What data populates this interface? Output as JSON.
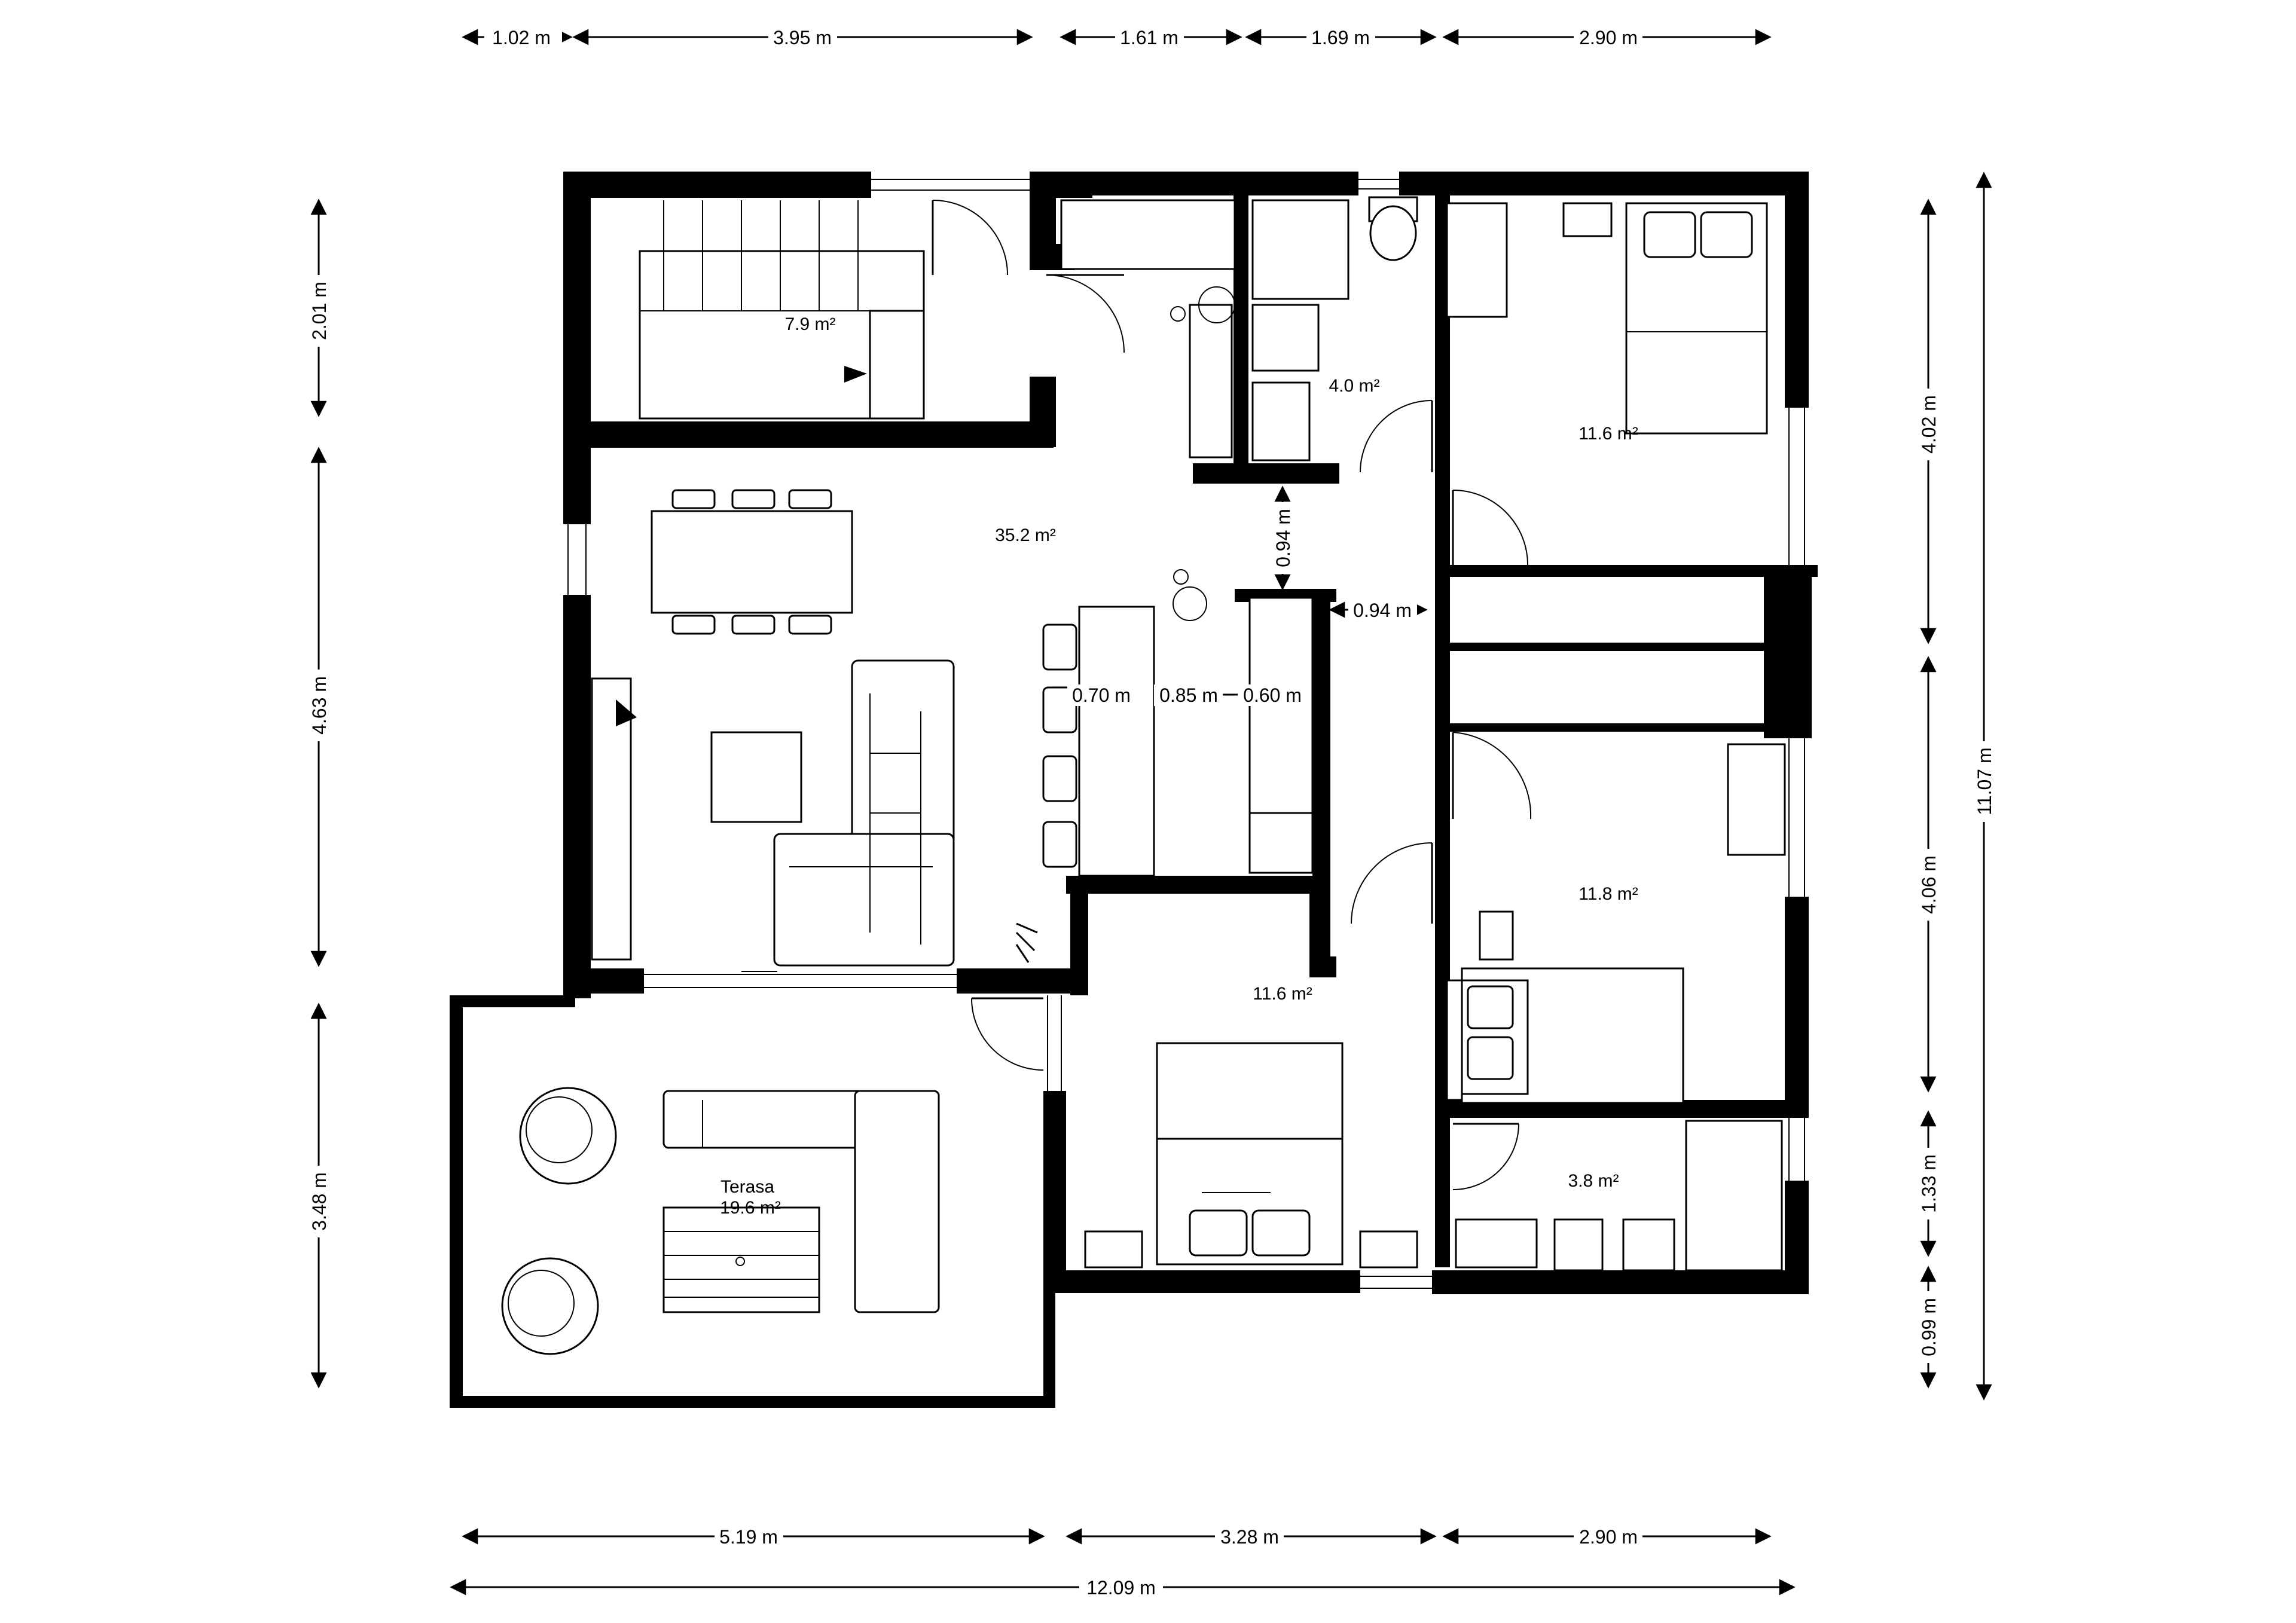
{
  "dimensions": {
    "top": [
      "1.02 m",
      "3.95 m",
      "1.61 m",
      "1.69 m",
      "2.90 m"
    ],
    "bottom": [
      "5.19 m",
      "3.28 m",
      "2.90 m"
    ],
    "total_width": "12.09 m",
    "left": [
      "2.01 m",
      "4.63 m",
      "3.48 m"
    ],
    "right": [
      "4.02 m",
      "4.06 m",
      "1.33 m",
      "0.99 m"
    ],
    "total_height": "11.07 m",
    "interior": {
      "corridor_vertical": "0.94 m",
      "corridor_horizontal": "0.94 m",
      "gap_a": "0.70 m",
      "gap_b": "0.85 m",
      "gap_c": "0.60 m"
    }
  },
  "rooms": {
    "stairs": "7.9 m²",
    "wc": "4.0 m²",
    "bedroom_ne": "11.6 m²",
    "living": "35.2 m²",
    "bedroom_e": "11.8 m²",
    "bedroom_s": "11.6 m²",
    "bathroom": "3.8 m²",
    "terrace_name": "Terasa",
    "terrace_area": "19.6 m²"
  }
}
